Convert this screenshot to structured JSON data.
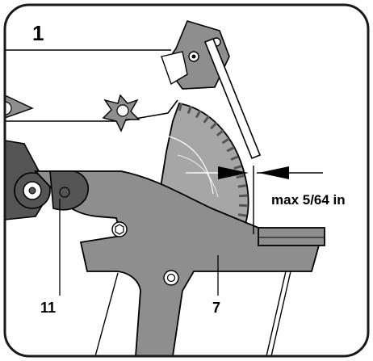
{
  "figure": {
    "number": "1",
    "gap_annotation": "max 5/64 in"
  },
  "callouts": {
    "part_11": "11",
    "part_7": "7"
  },
  "colors": {
    "outline": "#000000",
    "frame": "#1a1a1a",
    "blade_gray": "#a6a6a6",
    "arm_gray": "#8e8e8e",
    "dark_knob": "#555555",
    "background": "#ffffff"
  }
}
